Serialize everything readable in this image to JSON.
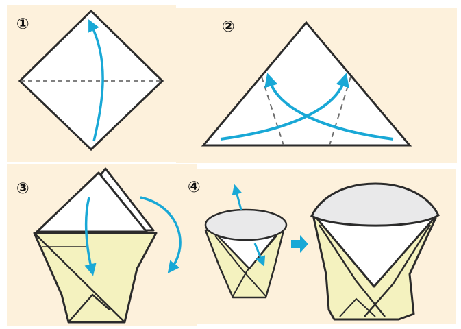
{
  "colors": {
    "background": "#fdf1dc",
    "paper": "#ffffff",
    "paper_gray": "#e9e9ea",
    "paper_yellow": "#f4f2bf",
    "line": "#2b2b2b",
    "fold_dash": "#6e6e6e",
    "arrow": "#19a8d6"
  },
  "steps": [
    {
      "label": "①",
      "icon": "fold-up-arrow"
    },
    {
      "label": "②",
      "icon": "cross-fold-arrows"
    },
    {
      "label": "③",
      "icon": "fold-down-arrows"
    },
    {
      "label": "④",
      "icon": "open-expand-arrow"
    }
  ]
}
